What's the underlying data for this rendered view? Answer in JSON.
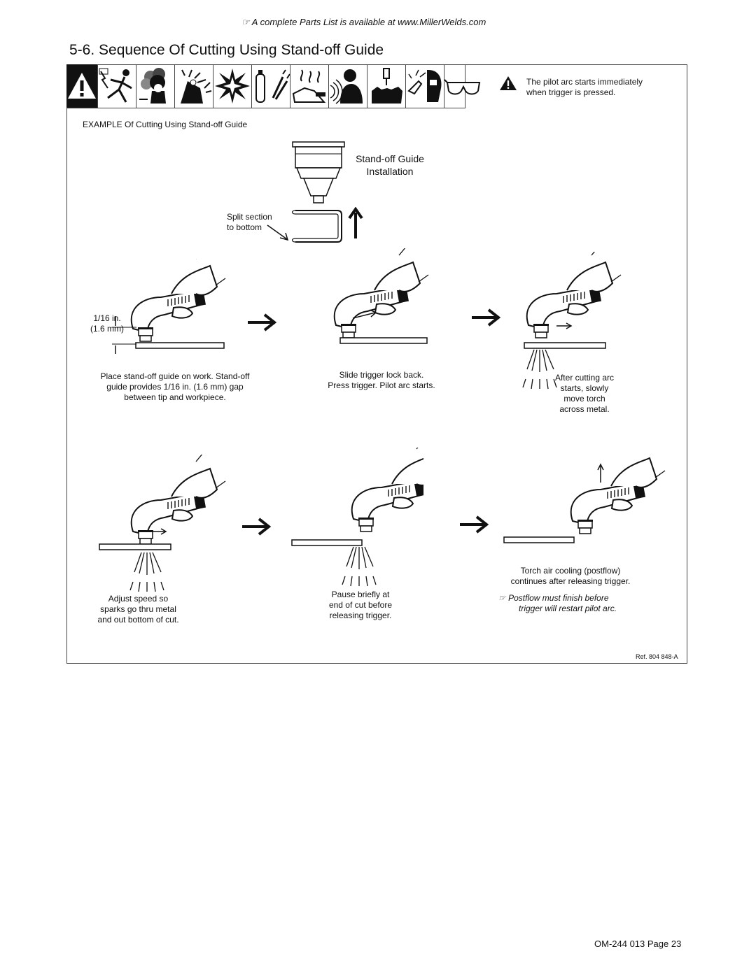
{
  "header": {
    "parts_note": "A complete Parts List is available at www.MillerWelds.com",
    "title": "5-6. Sequence Of Cutting Using Stand-off Guide"
  },
  "warning_icons": [
    "warning-icon",
    "electric-shock-icon",
    "fumes-icon",
    "arc-rays-icon",
    "explosion-icon",
    "gas-cylinder-icon",
    "hot-parts-icon",
    "magnetic-field-icon",
    "hand-protection-icon",
    "welding-helmet-icon",
    "safety-glasses-icon"
  ],
  "caution": {
    "text_line1": "The pilot arc starts immediately",
    "text_line2": "when trigger is pressed."
  },
  "example_label": "EXAMPLE Of Cutting Using Stand-off Guide",
  "installation": {
    "title_line1": "Stand-off Guide",
    "title_line2": "Installation",
    "split_line1": "Split section",
    "split_line2": "to bottom"
  },
  "gap": {
    "inch": "1/16 in.",
    "mm": "(1.6 mm)"
  },
  "steps": [
    {
      "line1": "Place stand-off guide on work. Stand-off",
      "line2": "guide provides 1/16 in. (1.6 mm) gap",
      "line3": "between tip and workpiece."
    },
    {
      "line1": "Slide trigger lock back.",
      "line2": "Press trigger. Pilot arc starts."
    },
    {
      "line1": "After cutting arc",
      "line2": "starts, slowly",
      "line3": "move torch",
      "line4": "across metal."
    },
    {
      "line1": "Adjust  speed so",
      "line2": "sparks go thru metal",
      "line3": "and out bottom of cut."
    },
    {
      "line1": "Pause briefly at",
      "line2": "end of cut before",
      "line3": "releasing trigger."
    },
    {
      "line1": "Torch air cooling (postflow)",
      "line2": "continues after releasing trigger.",
      "note1": "Postflow must finish before",
      "note2": "trigger will restart pilot arc."
    }
  ],
  "ref": "Ref. 804 848-A",
  "footer": "OM-244 013 Page 23"
}
